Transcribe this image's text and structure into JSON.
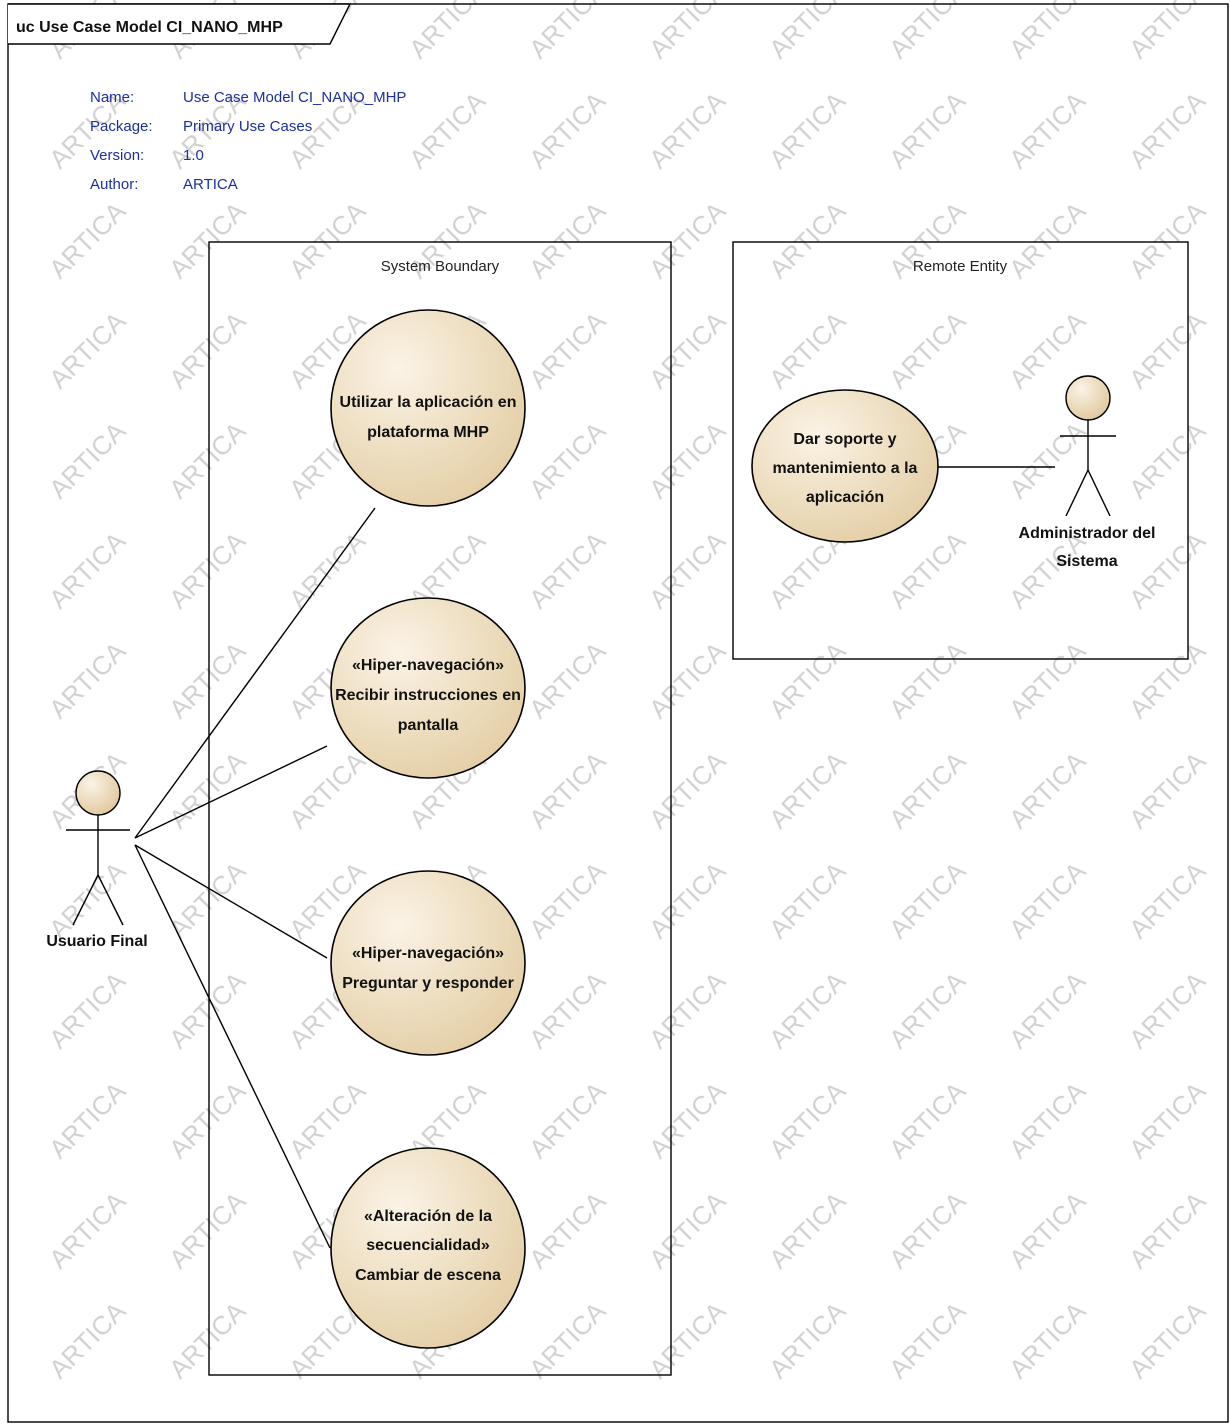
{
  "diagram": {
    "frame_title": "uc Use Case Model CI_NANO_MHP",
    "watermark": "ARTICA",
    "metadata": [
      {
        "key": "Name:",
        "value": "Use Case Model CI_NANO_MHP"
      },
      {
        "key": "Package:",
        "value": "Primary Use Cases"
      },
      {
        "key": "Version:",
        "value": "1.0"
      },
      {
        "key": "Author:",
        "value": "ARTICA"
      }
    ],
    "boundaries": {
      "system": "System Boundary",
      "remote": "Remote Entity"
    },
    "actors": {
      "user": "Usuario Final",
      "admin": [
        "Administrador del",
        "Sistema"
      ]
    },
    "use_cases": [
      {
        "id": "uc1",
        "lines": [
          "Utilizar la aplicación en",
          "plataforma MHP"
        ]
      },
      {
        "id": "uc2",
        "lines": [
          "«Hiper-navegación»",
          "Recibir instrucciones en",
          "pantalla"
        ]
      },
      {
        "id": "uc3",
        "lines": [
          "«Hiper-navegación»",
          "Preguntar y responder"
        ]
      },
      {
        "id": "uc4",
        "lines": [
          "«Alteración de la",
          "secuencialidad»",
          "Cambiar de escena"
        ]
      },
      {
        "id": "uc5",
        "lines": [
          "Dar soporte y",
          "mantenimiento a la",
          "aplicación"
        ]
      }
    ],
    "colors": {
      "use_case_fill_light": "#fbf3e6",
      "use_case_fill_dark": "#e4cfa6",
      "metadata_text": "#1b2f9e",
      "watermark": "#d2d2d2"
    }
  }
}
